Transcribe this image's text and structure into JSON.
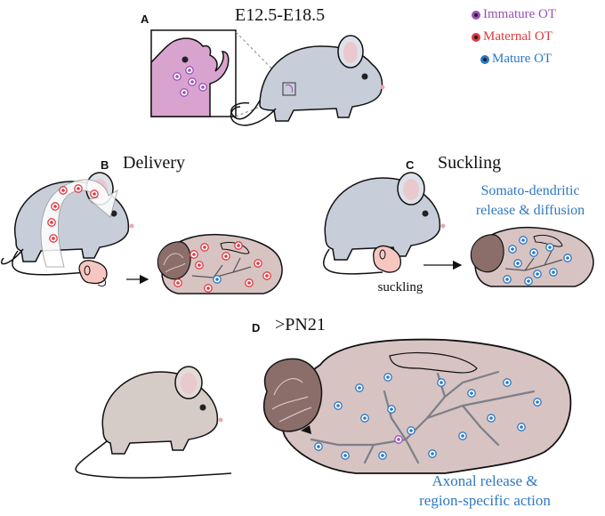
{
  "colors": {
    "immature": "#9b4fb8",
    "maternal": "#e0393e",
    "mature": "#2b78c2",
    "caption_blue": "#2f78c0",
    "mouse_blue": "#c7ced9",
    "mouse_gray": "#d5ccc8",
    "brain_fill": "#d8c3c3",
    "embryo_fill": "#d9a3cf",
    "pup_fill": "#f6c7c0"
  },
  "legend": [
    {
      "label": "Immature OT",
      "color_key": "immature"
    },
    {
      "label": "Maternal OT",
      "color_key": "maternal"
    },
    {
      "label": "Mature OT",
      "color_key": "mature"
    }
  ],
  "panels": {
    "A": {
      "letter": "A",
      "title": "E12.5-E18.5"
    },
    "B": {
      "letter": "B",
      "title": "Delivery"
    },
    "C": {
      "letter": "C",
      "title": "Suckling",
      "caption_line1": "Somato-dendritic",
      "caption_line2": "release & diffusion",
      "arrow_label": "suckling"
    },
    "D": {
      "letter": "D",
      "title": ">PN21",
      "caption_line1": "Axonal release &",
      "caption_line2": "region-specific action"
    }
  },
  "icons": {
    "mouse": "mouse-icon",
    "pup": "pup-icon",
    "brain": "brain-icon",
    "embryo": "embryo-icon"
  }
}
